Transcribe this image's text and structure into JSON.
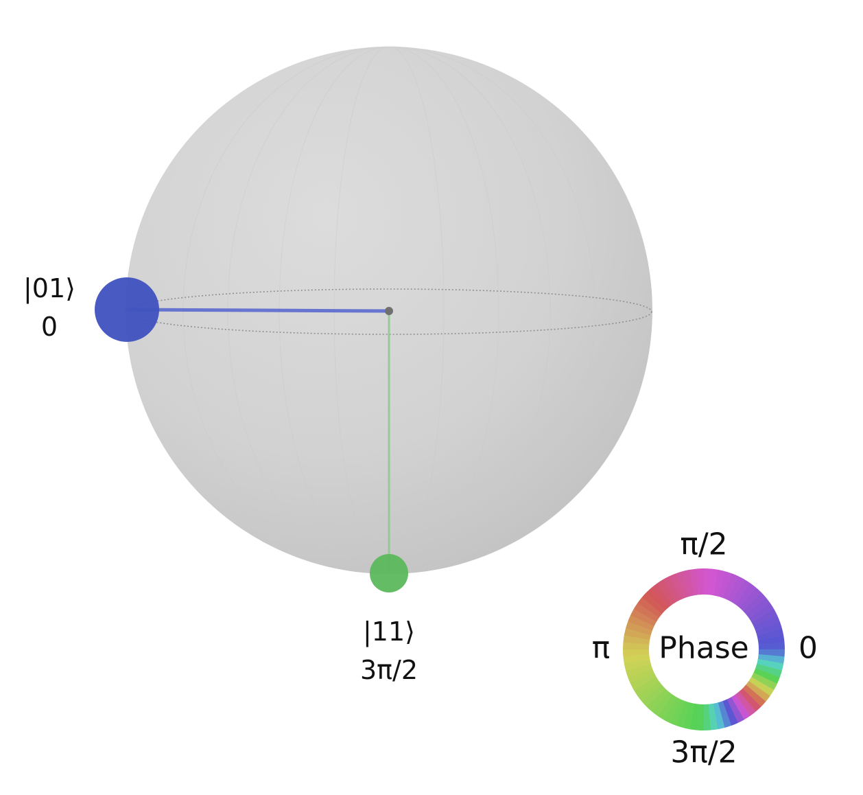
{
  "states": [
    {
      "ket": "|01⟩",
      "phase_label": "0",
      "color": "#3f52bf"
    },
    {
      "ket": "|11⟩",
      "phase_label": "3π/2",
      "color": "#5cb85c"
    }
  ],
  "phase_wheel": {
    "center_label": "Phase",
    "tick_labels": {
      "top": "π/2",
      "left": "π",
      "right": "0",
      "bottom": "3π/2"
    }
  },
  "colors": {
    "sphere": "#d4d4d4",
    "equator": "#8f8f8f",
    "center_dot": "#707070"
  }
}
